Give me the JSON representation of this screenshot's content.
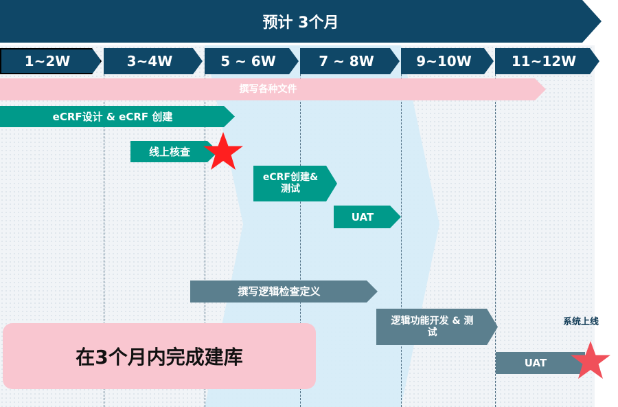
{
  "header": {
    "title": "预计 3个月"
  },
  "weeks": [
    "1~2W",
    "3~4W",
    "5 ~ 6W",
    "7 ~ 8W",
    "9~10W",
    "11~12W"
  ],
  "tasks": {
    "docs": "撰写各种文件",
    "ecrf_design": "eCRF设计 & eCRF 创建",
    "online_check": "线上核查",
    "ecrf_build_test_1": "eCRF创建&",
    "ecrf_build_test_2": "测试",
    "uat_1": "UAT",
    "logic_def": "撰写逻辑检查定义",
    "logic_dev_1": "逻辑功能开发 & 测",
    "logic_dev_2": "试",
    "uat_2": "UAT"
  },
  "milestone": {
    "label": "系统上线"
  },
  "callout": {
    "text": "在3个月内完成建库"
  },
  "colors": {
    "navy": "#0f4767",
    "teal": "#009a8a",
    "gray": "#5b7f8e",
    "pink": "#f9c6d0",
    "band": "#d6ecf8",
    "star": "#ff1f1f"
  },
  "icons": {
    "milestone": "star-icon"
  }
}
